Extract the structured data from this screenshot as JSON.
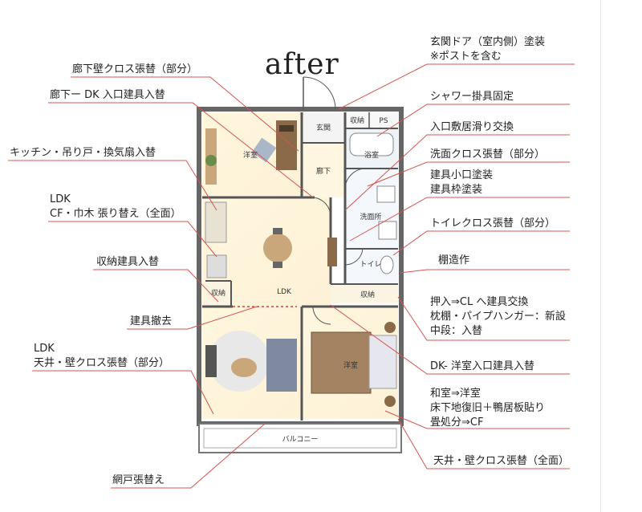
{
  "title": "after",
  "rooms": {
    "genkan": "玄関",
    "shuno_top": "収納",
    "ps": "PS",
    "yoshitsu_top": "洋室",
    "roka": "廊下",
    "yokushitsu": "浴室",
    "senmenjo": "洗面所",
    "toilet": "トイレ",
    "ldk": "LDK",
    "shuno_left": "収納",
    "shuno_right": "収納",
    "yoshitsu_bottom": "洋室",
    "balcony": "バルコニー"
  },
  "labels_left": [
    {
      "lines": [
        "廊下壁クロス張替（部分）"
      ]
    },
    {
      "lines": [
        "廊下ー DK 入口建具入替"
      ]
    },
    {
      "lines": [
        "キッチン・吊り戸・換気扇入替"
      ]
    },
    {
      "lines": [
        "LDK",
        "CF・巾木 張り替え（全面）"
      ]
    },
    {
      "lines": [
        "収納建具入替"
      ]
    },
    {
      "lines": [
        "建具撤去"
      ]
    },
    {
      "lines": [
        "LDK",
        "天井・壁クロス張替（部分）"
      ]
    },
    {
      "lines": [
        "網戸張替え"
      ]
    }
  ],
  "labels_right": [
    {
      "lines": [
        "玄関ドア（室内側）塗装",
        "※ポストを含む"
      ]
    },
    {
      "lines": [
        "シャワー掛具固定"
      ]
    },
    {
      "lines": [
        "入口敷居滑り交換"
      ]
    },
    {
      "lines": [
        "洗面クロス張替（部分）"
      ]
    },
    {
      "lines": [
        "建具小口塗装",
        "建具枠塗装"
      ]
    },
    {
      "lines": [
        "トイレクロス張替（部分）"
      ]
    },
    {
      "lines": [
        "棚造作"
      ]
    },
    {
      "lines": [
        "押入⇒CL へ建具交換",
        "枕棚・パイプハンガー：新設",
        "中段：入替"
      ]
    },
    {
      "lines": [
        "DK- 洋室入口建具入替"
      ]
    },
    {
      "lines": [
        "和室⇒洋室",
        "床下地復旧＋鴨居板貼り",
        "畳処分⇒CF"
      ]
    },
    {
      "lines": [
        "天井・壁クロス張替（全面）"
      ]
    }
  ]
}
